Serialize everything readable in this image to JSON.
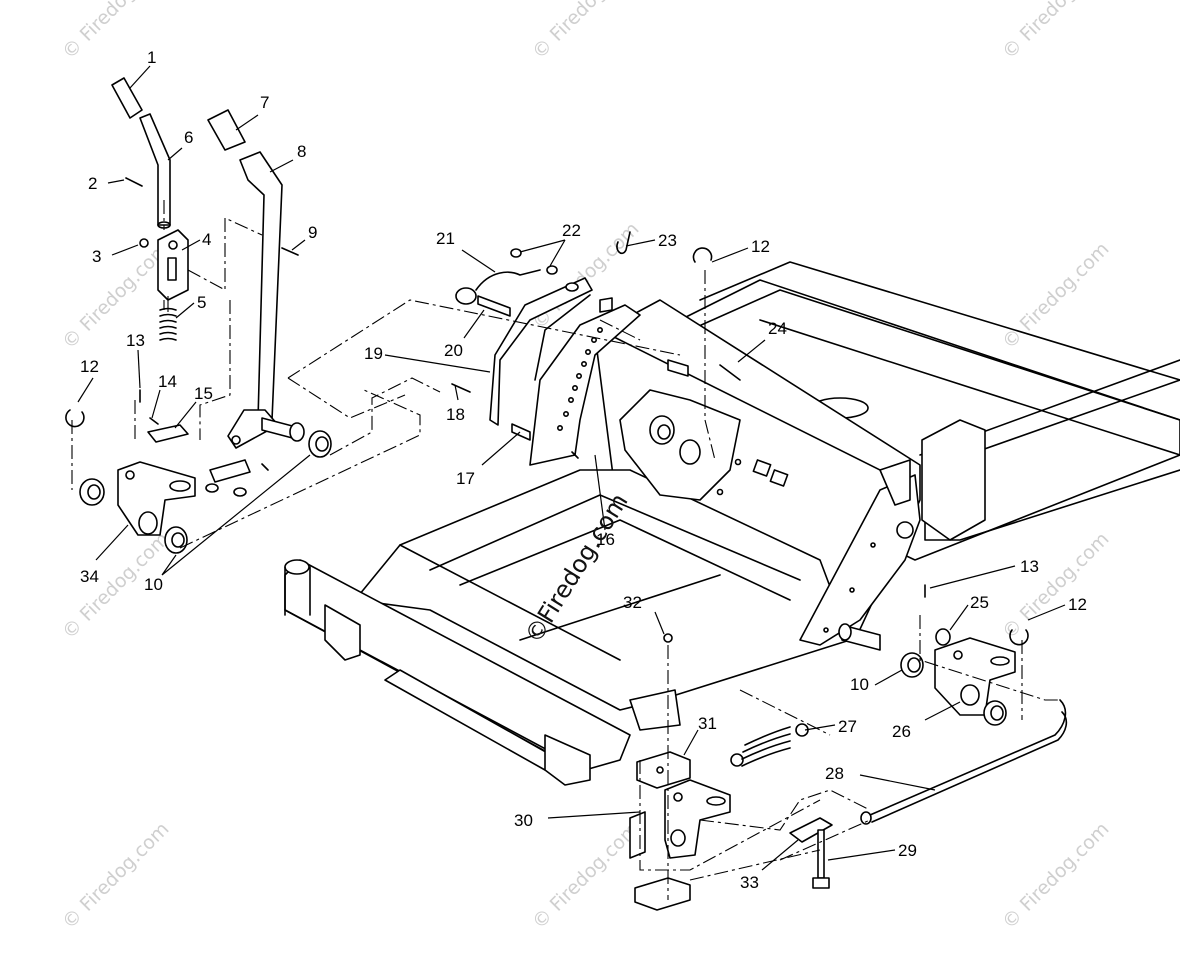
{
  "watermark": {
    "text": "© Firedog.com",
    "center_text": "©Firedog.com"
  },
  "callouts": [
    "1",
    "2",
    "3",
    "4",
    "5",
    "6",
    "7",
    "8",
    "9",
    "10",
    "10",
    "12",
    "12",
    "12",
    "13",
    "13",
    "14",
    "15",
    "16",
    "17",
    "18",
    "19",
    "20",
    "21",
    "22",
    "23",
    "24",
    "25",
    "26",
    "27",
    "28",
    "29",
    "30",
    "31",
    "32",
    "33",
    "34"
  ]
}
